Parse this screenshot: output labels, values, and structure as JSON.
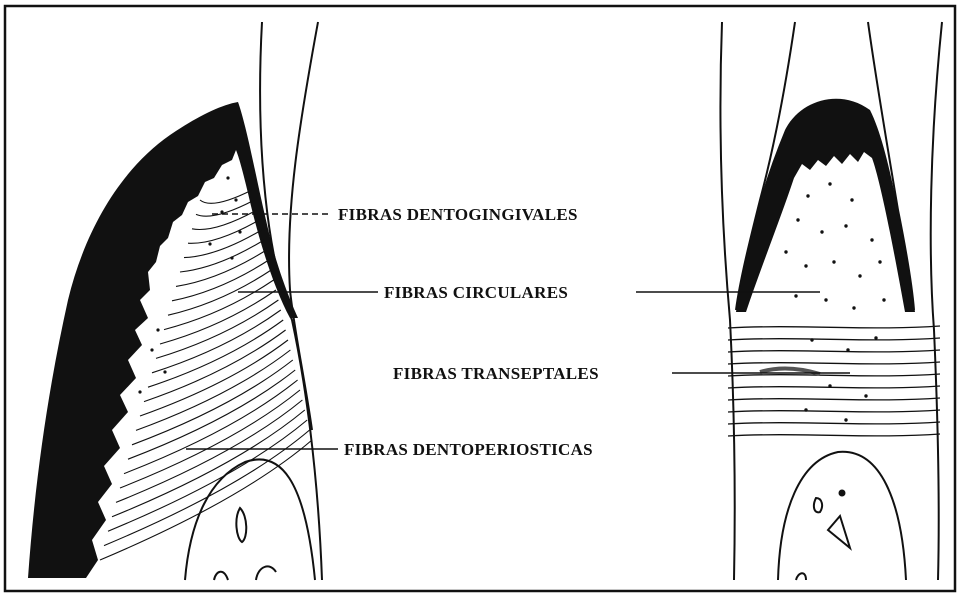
{
  "labels": {
    "dentogingivales": "FIBRAS DENTOGINGIVALES",
    "circulares": "FIBRAS CIRCULARES",
    "transeptales": "FIBRAS TRANSEPTALES",
    "dentoperiosticas": "FIBRAS DENTOPERIOSTICAS"
  },
  "colors": {
    "ink": "#111111",
    "paper": "#ffffff"
  }
}
